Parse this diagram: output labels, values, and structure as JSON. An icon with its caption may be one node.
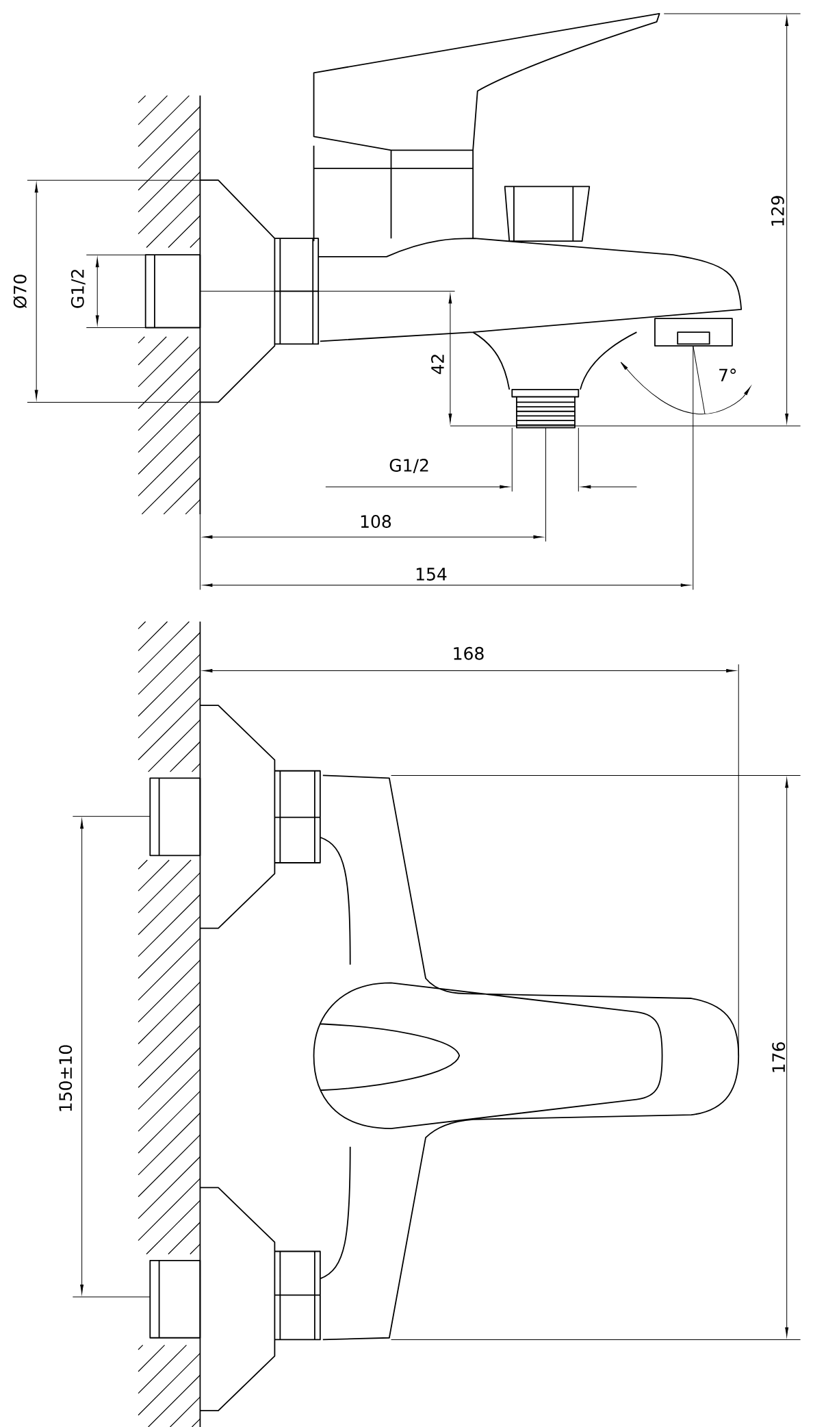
{
  "diagram": {
    "labels": [
      "129",
      "Ø70",
      "G1/2",
      "42",
      "7°",
      "G1/2",
      "108",
      "154",
      "168",
      "176",
      "150±10"
    ]
  }
}
